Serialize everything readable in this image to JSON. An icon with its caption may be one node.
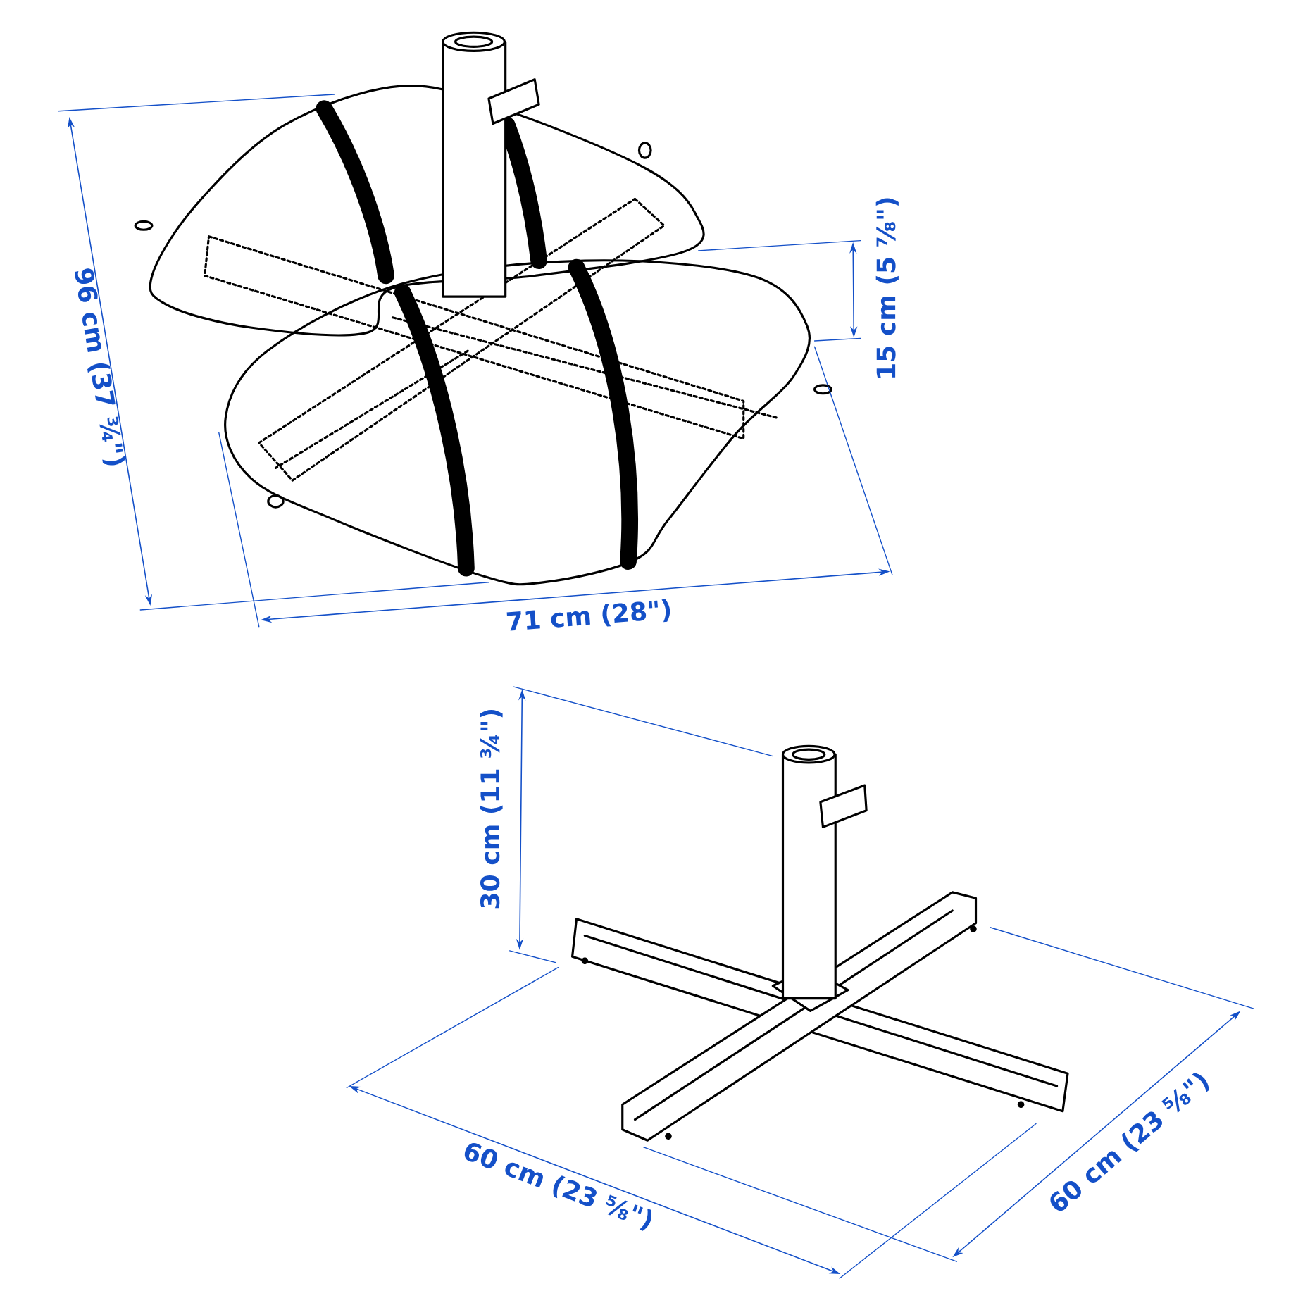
{
  "diagram": {
    "labels": [
      "96 cm (37 ¾\")",
      "15 cm (5 ⅞\")",
      "71 cm (28\")",
      "30 cm (11 ¾\")",
      "60 cm (23 ⅝\")",
      "60 cm (23 ⅝\")"
    ]
  }
}
